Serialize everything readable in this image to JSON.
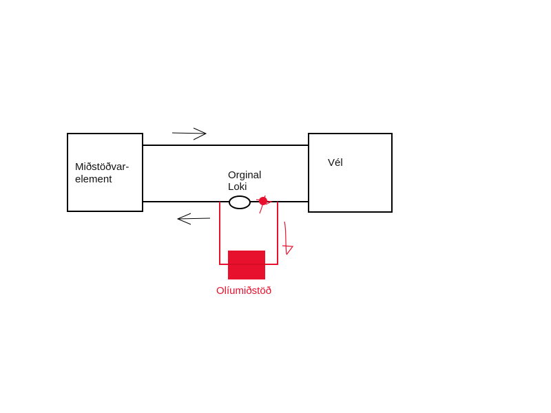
{
  "labels": {
    "heater_line1": "Miðstöðvar-",
    "heater_line2": "element",
    "engine": "Vél",
    "valve_line1": "Orginal",
    "valve_line2": "Loki",
    "oil_heater": "Olíumiðstöð"
  },
  "colors": {
    "line": "#000000",
    "accent": "#e8112d",
    "background": "#ffffff"
  },
  "icons": {
    "flow_top": "arrow-right-icon",
    "flow_bottom": "arrow-left-icon",
    "valve": "valve-ellipse-icon",
    "pump": "pump-dot-icon",
    "handwritten_arrow": "arrow-down-icon"
  }
}
